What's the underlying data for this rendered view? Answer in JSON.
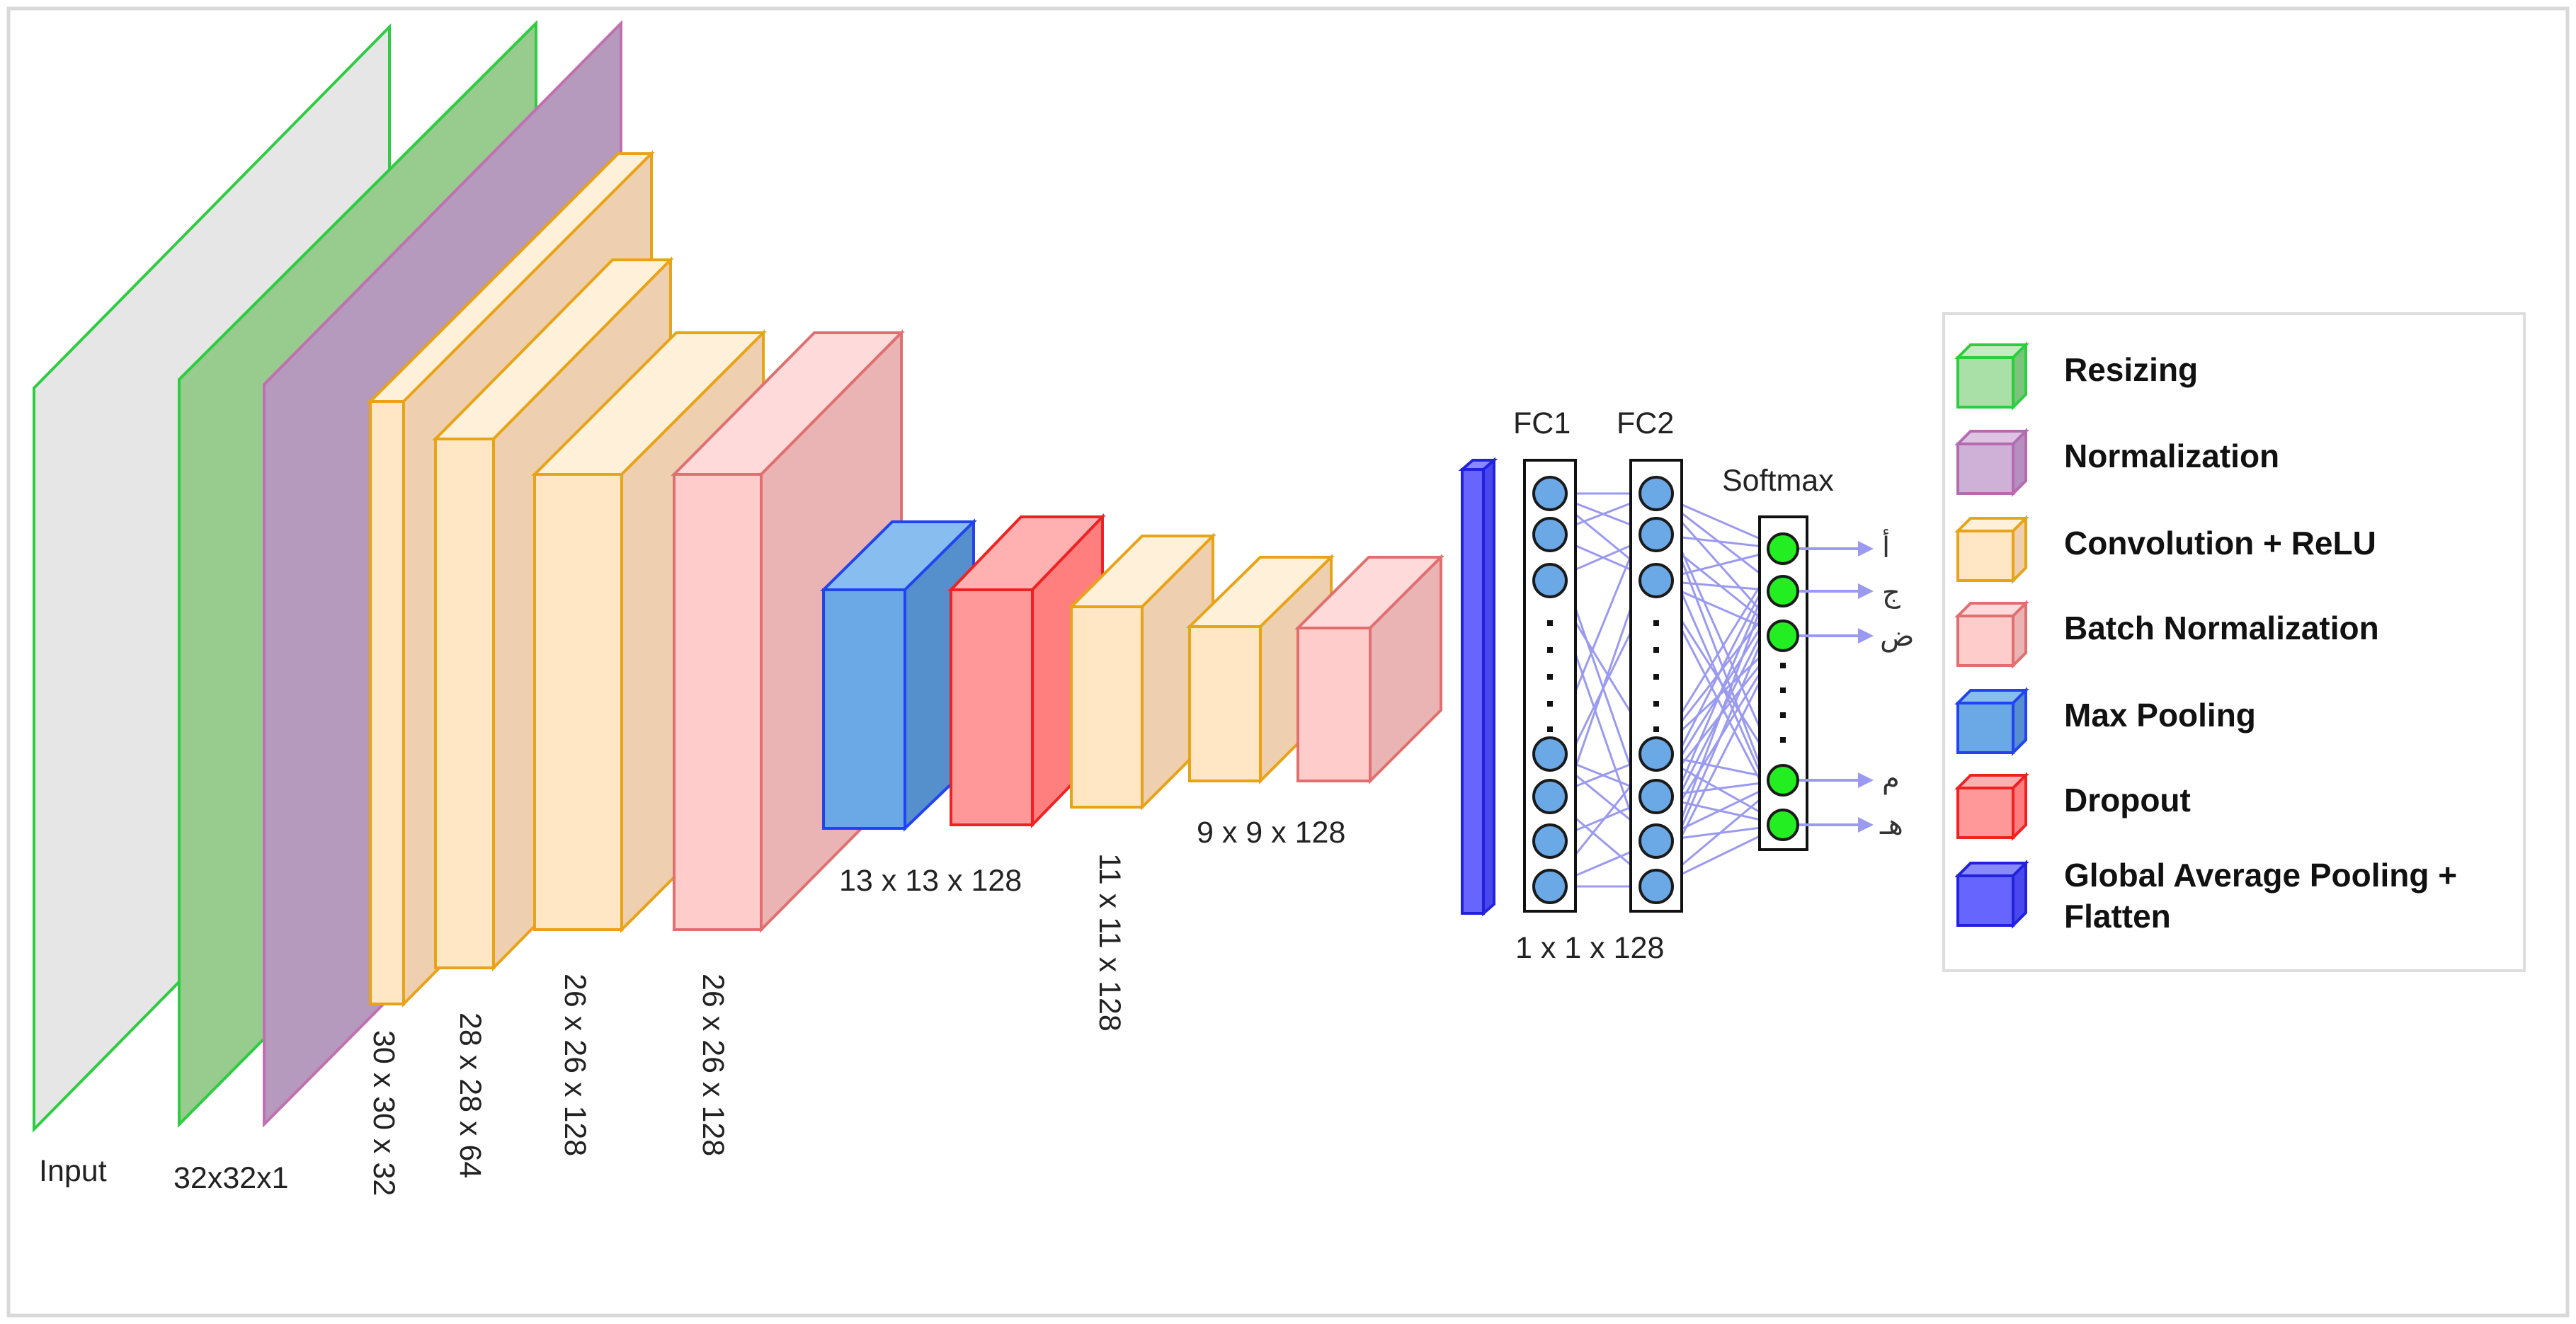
{
  "layer_labels": {
    "input": "Input",
    "resize": "32x32x1",
    "conv1": "30 x 30 x 32",
    "conv2": "28 x 28 x 64",
    "conv3": "26 x 26 x 128",
    "bn1": "26 x 26 x 128",
    "pool": "13 x 13 x 128",
    "conv4": "11 x 11 x 128",
    "conv5": "9 x 9 x 128",
    "gap": "1 x 1 x 128"
  },
  "dense": {
    "fc1": "FC1",
    "fc2": "FC2",
    "softmax": "Softmax"
  },
  "outputs": [
    "أ",
    "ج",
    "ض",
    "م",
    "هـ"
  ],
  "legend": [
    {
      "label": "Resizing",
      "front": "#a8e0a8",
      "side": "#7cc47c",
      "top": "#c4ecc4",
      "stroke": "#2ecc40"
    },
    {
      "label": "Normalization",
      "front": "#cfb0d6",
      "side": "#b48fc0",
      "top": "#dcc4e2",
      "stroke": "#b56bb0"
    },
    {
      "label": "Convolution + ReLU",
      "front": "#ffe6c4",
      "side": "#eed0b0",
      "top": "#fff0da",
      "stroke": "#e8a317"
    },
    {
      "label": "Batch Normalization",
      "front": "#ffcccc",
      "side": "#eab4b4",
      "top": "#ffdada",
      "stroke": "#e07070"
    },
    {
      "label": "Max Pooling",
      "front": "#6aa8e6",
      "side": "#5590cc",
      "top": "#88bdf0",
      "stroke": "#2244ee"
    },
    {
      "label": "Dropout",
      "front": "#ff9999",
      "side": "#ff7f7f",
      "top": "#ffb0b0",
      "stroke": "#ee2222"
    },
    {
      "label": "Global Average Pooling +",
      "label2": "Flatten",
      "front": "#6666ff",
      "side": "#4848ee",
      "top": "#8a8aff",
      "stroke": "#2222dd"
    }
  ]
}
